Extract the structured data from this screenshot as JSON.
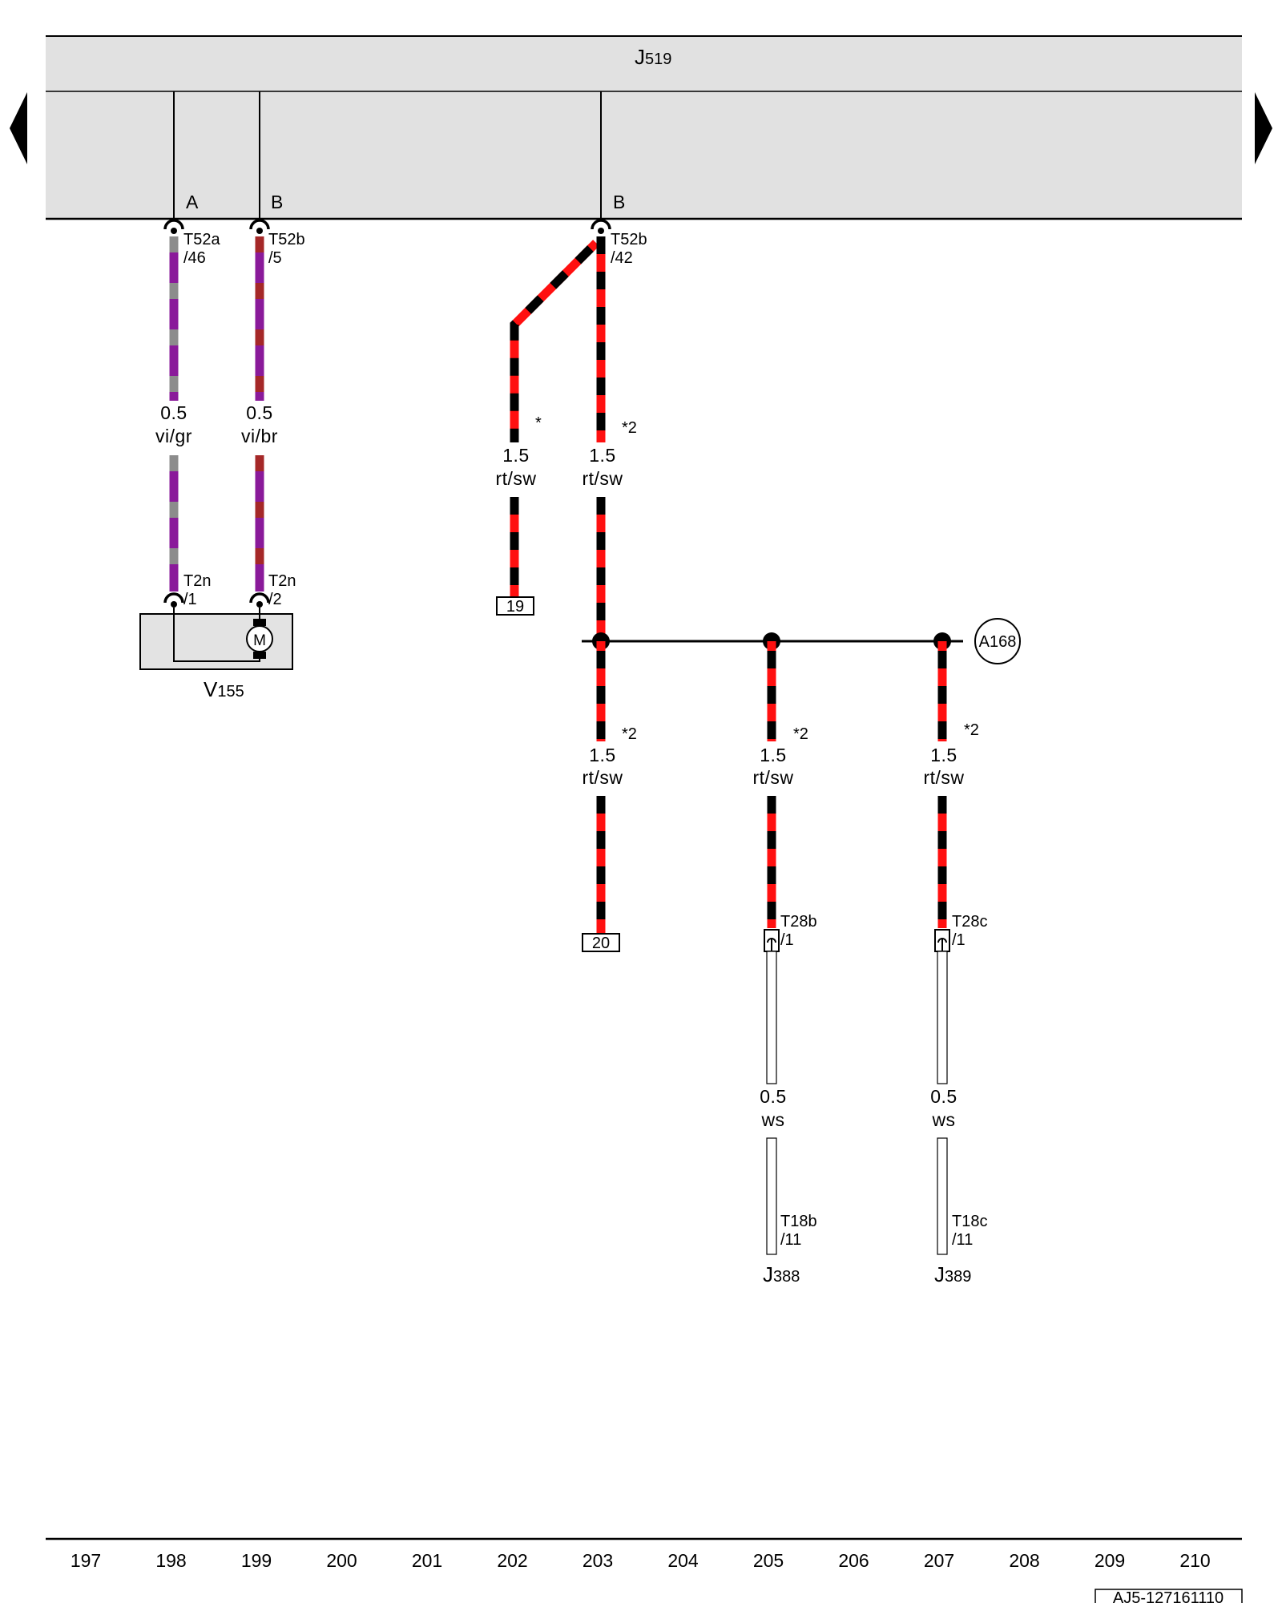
{
  "control_unit": {
    "name_main": "J",
    "name_sub": "519"
  },
  "pin_letters": {
    "a": "A",
    "b1": "B",
    "b2": "B"
  },
  "connectors": {
    "t52a": {
      "name": "T52a",
      "pin": "/46"
    },
    "t52b_5": {
      "name": "T52b",
      "pin": "/5"
    },
    "t52b_42": {
      "name": "T52b",
      "pin": "/42"
    },
    "t2n_1": {
      "name": "T2n",
      "pin": "/1"
    },
    "t2n_2": {
      "name": "T2n",
      "pin": "/2"
    },
    "t28b": {
      "name": "T28b",
      "pin": "/1"
    },
    "t28c": {
      "name": "T28c",
      "pin": "/1"
    },
    "t18b": {
      "name": "T18b",
      "pin": "/11"
    },
    "t18c": {
      "name": "T18c",
      "pin": "/11"
    }
  },
  "wires": {
    "w1": {
      "size": "0.5",
      "color": "vi/gr"
    },
    "w2": {
      "size": "0.5",
      "color": "vi/br"
    },
    "w3": {
      "size": "1.5",
      "color": "rt/sw",
      "note": "*"
    },
    "w4": {
      "size": "1.5",
      "color": "rt/sw",
      "note": "*2"
    },
    "w5": {
      "size": "1.5",
      "color": "rt/sw",
      "note": "*2"
    },
    "w6": {
      "size": "1.5",
      "color": "rt/sw",
      "note": "*2"
    },
    "w7": {
      "size": "1.5",
      "color": "rt/sw",
      "note": "*2"
    },
    "w8": {
      "size": "0.5",
      "color": "ws"
    },
    "w9": {
      "size": "0.5",
      "color": "ws"
    }
  },
  "components": {
    "v155": {
      "name_main": "V",
      "name_sub": "155",
      "motor_symbol": "M"
    },
    "j388": {
      "name_main": "J",
      "name_sub": "388"
    },
    "j389": {
      "name_main": "J",
      "name_sub": "389"
    }
  },
  "refs": {
    "ref19": "19",
    "ref20": "20",
    "junction": "A168"
  },
  "columns": [
    "197",
    "198",
    "199",
    "200",
    "201",
    "202",
    "203",
    "204",
    "205",
    "206",
    "207",
    "208",
    "209",
    "210"
  ],
  "footer_code": "AJ5-127161110",
  "nav": {
    "prev": "previous-page-arrow",
    "next": "next-page-arrow"
  },
  "colors": {
    "violet": "#8a1a9a",
    "grey": "#8c8c8c",
    "brown": "#a52828",
    "red": "#ff1010",
    "black": "#000000",
    "panel": "#e1e1e1",
    "component": "#e3e3e3"
  }
}
